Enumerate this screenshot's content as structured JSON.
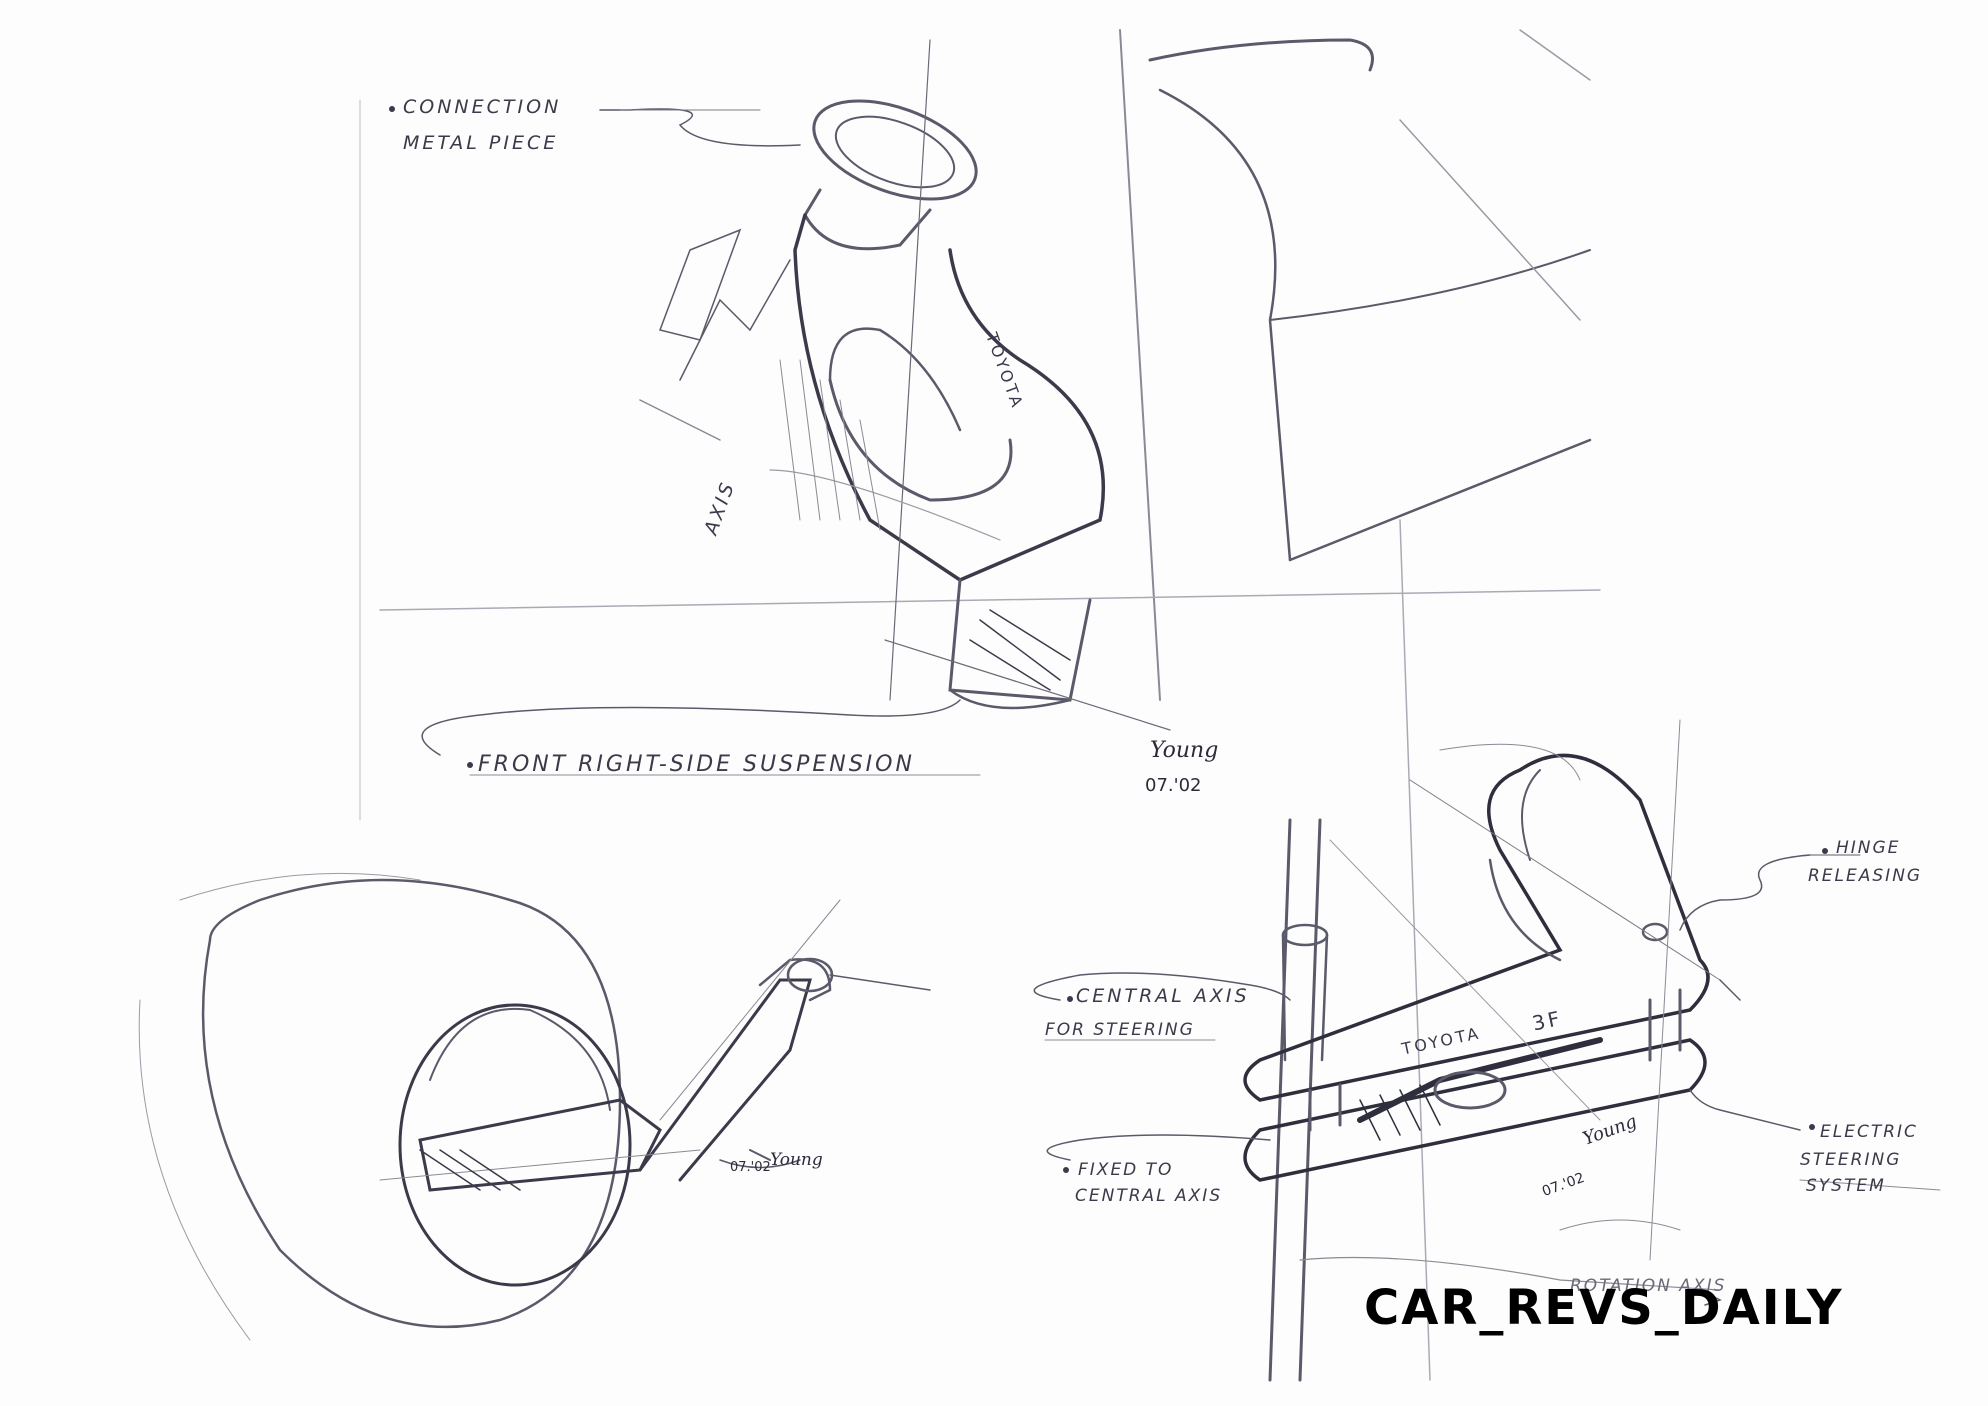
{
  "annotations": {
    "connection_line1": "CONNECTION",
    "connection_line2": "METAL PIECE",
    "axis": "AXIS",
    "front_suspension": "FRONT RIGHT-SIDE SUSPENSION",
    "hinge_line1": "HINGE",
    "hinge_line2": "RELEASING",
    "central_axis_line1": "CENTRAL AXIS",
    "central_axis_line2": "FOR STEERING",
    "fixed_line1": "FIXED TO",
    "fixed_line2": "CENTRAL AXIS",
    "electric_line1": "ELECTRIC",
    "electric_line2": "STEERING",
    "electric_line3": "SYSTEM",
    "rotation": "ROTATION AXIS"
  },
  "branding": {
    "part_mark_top": "TOYOTA",
    "part_mark_bottom": "TOYOTA",
    "part_code": "3F"
  },
  "signatures": {
    "top_name": "Young",
    "top_date": "07.'02",
    "left_name": "Young",
    "left_date": "07.'02",
    "right_name": "Young",
    "right_date": "07.'02"
  },
  "watermark": "CAR_REVS_DAILY"
}
